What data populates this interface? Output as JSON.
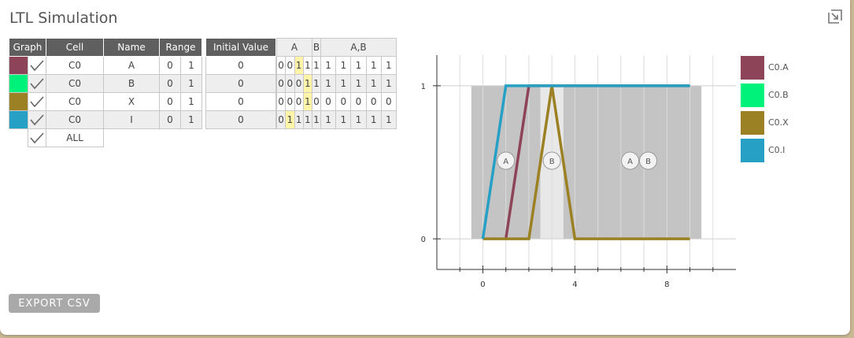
{
  "window": {
    "title": "LTL Simulation"
  },
  "table": {
    "headers": {
      "graph": "Graph",
      "cell": "Cell",
      "name": "Name",
      "range": "Range",
      "initial_value": "Initial Value"
    },
    "bit_headers": [
      "A",
      "B",
      "A,B"
    ],
    "rows": [
      {
        "color": "#8e4458",
        "cell": "C0",
        "name": "A",
        "range_min": "0",
        "range_max": "1",
        "initial": "0",
        "bits": [
          "0",
          "0",
          "1",
          "1",
          "1",
          "1",
          "1",
          "1",
          "1",
          "1"
        ]
      },
      {
        "color": "#00f27a",
        "cell": "C0",
        "name": "B",
        "range_min": "0",
        "range_max": "1",
        "initial": "0",
        "bits": [
          "0",
          "0",
          "0",
          "1",
          "1",
          "1",
          "1",
          "1",
          "1",
          "1"
        ]
      },
      {
        "color": "#9b8123",
        "cell": "C0",
        "name": "X",
        "range_min": "0",
        "range_max": "1",
        "initial": "0",
        "bits": [
          "0",
          "0",
          "0",
          "1",
          "0",
          "0",
          "0",
          "0",
          "0",
          "0"
        ]
      },
      {
        "color": "#26a0c4",
        "cell": "C0",
        "name": "I",
        "range_min": "0",
        "range_max": "1",
        "initial": "0",
        "bits": [
          "0",
          "1",
          "1",
          "1",
          "1",
          "1",
          "1",
          "1",
          "1",
          "1"
        ]
      }
    ],
    "all_label": "ALL"
  },
  "export_label": "EXPORT CSV",
  "icons": {
    "expand": "expand-icon",
    "check": "check-icon"
  },
  "chart_data": {
    "type": "line",
    "x_ticks": [
      "0",
      "4",
      "8"
    ],
    "y_ticks": [
      "0",
      "1"
    ],
    "xlim": [
      -2,
      11
    ],
    "ylim": [
      -0.2,
      1.2
    ],
    "bands": [
      {
        "from": -0.5,
        "to": 2.5,
        "shade": "dark"
      },
      {
        "from": 2.5,
        "to": 3.5,
        "shade": "light"
      },
      {
        "from": 3.5,
        "to": 9.5,
        "shade": "dark"
      }
    ],
    "annotations": [
      {
        "x": 1,
        "y": 0.5,
        "labels": [
          "A"
        ]
      },
      {
        "x": 3,
        "y": 0.5,
        "labels": [
          "B"
        ]
      },
      {
        "x": 6.4,
        "y": 0.5,
        "labels": [
          "A",
          "B"
        ]
      }
    ],
    "series": [
      {
        "name": "C0.A",
        "color": "#8e4458",
        "x": [
          1,
          2,
          9
        ],
        "y": [
          0,
          1,
          1
        ]
      },
      {
        "name": "C0.B",
        "color": "#00f27a",
        "x": [],
        "y": []
      },
      {
        "name": "C0.X",
        "color": "#9b8123",
        "x": [
          0,
          2,
          3,
          4,
          9
        ],
        "y": [
          0,
          0,
          1,
          0,
          0
        ]
      },
      {
        "name": "C0.I",
        "color": "#26a0c4",
        "x": [
          0,
          1,
          9
        ],
        "y": [
          0,
          1,
          1
        ]
      }
    ]
  }
}
